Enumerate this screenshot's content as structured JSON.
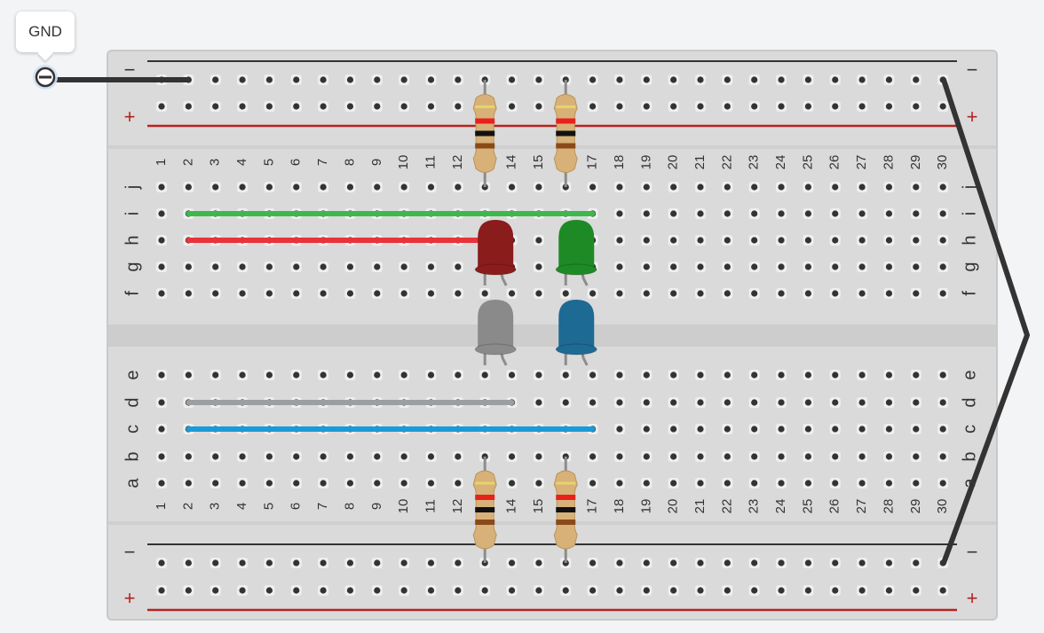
{
  "terminal": {
    "label": "GND"
  },
  "colors": {
    "board": "#dadada",
    "board_edge": "#c9c9c9",
    "hole": "#333333",
    "rail_negative": "#333333",
    "rail_positive": "#b7221f",
    "wire_ground": "#333333",
    "wire_green": "#3cb94a",
    "wire_red": "#e8333a",
    "wire_gray": "#9a9fa2",
    "wire_blue": "#1a9ad6",
    "led_red": "#8a1c1c",
    "led_green": "#1e8a26",
    "led_gray": "#8a8a8a",
    "led_blue": "#1d6a94",
    "resistor_body": "#d8b179"
  },
  "breadboard": {
    "column_numbers": [
      "1",
      "2",
      "3",
      "4",
      "5",
      "6",
      "7",
      "8",
      "9",
      "10",
      "11",
      "12",
      "13",
      "14",
      "15",
      "16",
      "17",
      "18",
      "19",
      "20",
      "21",
      "22",
      "23",
      "24",
      "25",
      "26",
      "27",
      "28",
      "29",
      "30"
    ],
    "top_row_letters": [
      "j",
      "i",
      "h",
      "g",
      "f"
    ],
    "bottom_row_letters": [
      "e",
      "d",
      "c",
      "b",
      "a"
    ],
    "rail_minus": "−",
    "rail_plus": "+"
  },
  "components": {
    "leds": [
      {
        "name": "led-red",
        "color_key": "led_red",
        "column": 13,
        "half": "top"
      },
      {
        "name": "led-green",
        "color_key": "led_green",
        "column": 16,
        "half": "top"
      },
      {
        "name": "led-gray",
        "color_key": "led_gray",
        "column": 13,
        "half": "bottom"
      },
      {
        "name": "led-blue",
        "color_key": "led_blue",
        "column": 16,
        "half": "bottom"
      }
    ],
    "resistors": [
      {
        "name": "resistor-top-1",
        "column": 13,
        "rail": "top"
      },
      {
        "name": "resistor-top-2",
        "column": 16,
        "rail": "top"
      },
      {
        "name": "resistor-bottom-1",
        "column": 13,
        "rail": "bottom"
      },
      {
        "name": "resistor-bottom-2",
        "column": 16,
        "rail": "bottom"
      }
    ],
    "wires": [
      {
        "name": "wire-green",
        "color_key": "wire_green",
        "row": "i",
        "from_col": 2,
        "to_col": 17
      },
      {
        "name": "wire-red",
        "color_key": "wire_red",
        "row": "h",
        "from_col": 2,
        "to_col": 13
      },
      {
        "name": "wire-gray",
        "color_key": "wire_gray",
        "row": "d",
        "from_col": 2,
        "to_col": 14
      },
      {
        "name": "wire-blue",
        "color_key": "wire_blue",
        "row": "c",
        "from_col": 2,
        "to_col": 17
      }
    ]
  }
}
